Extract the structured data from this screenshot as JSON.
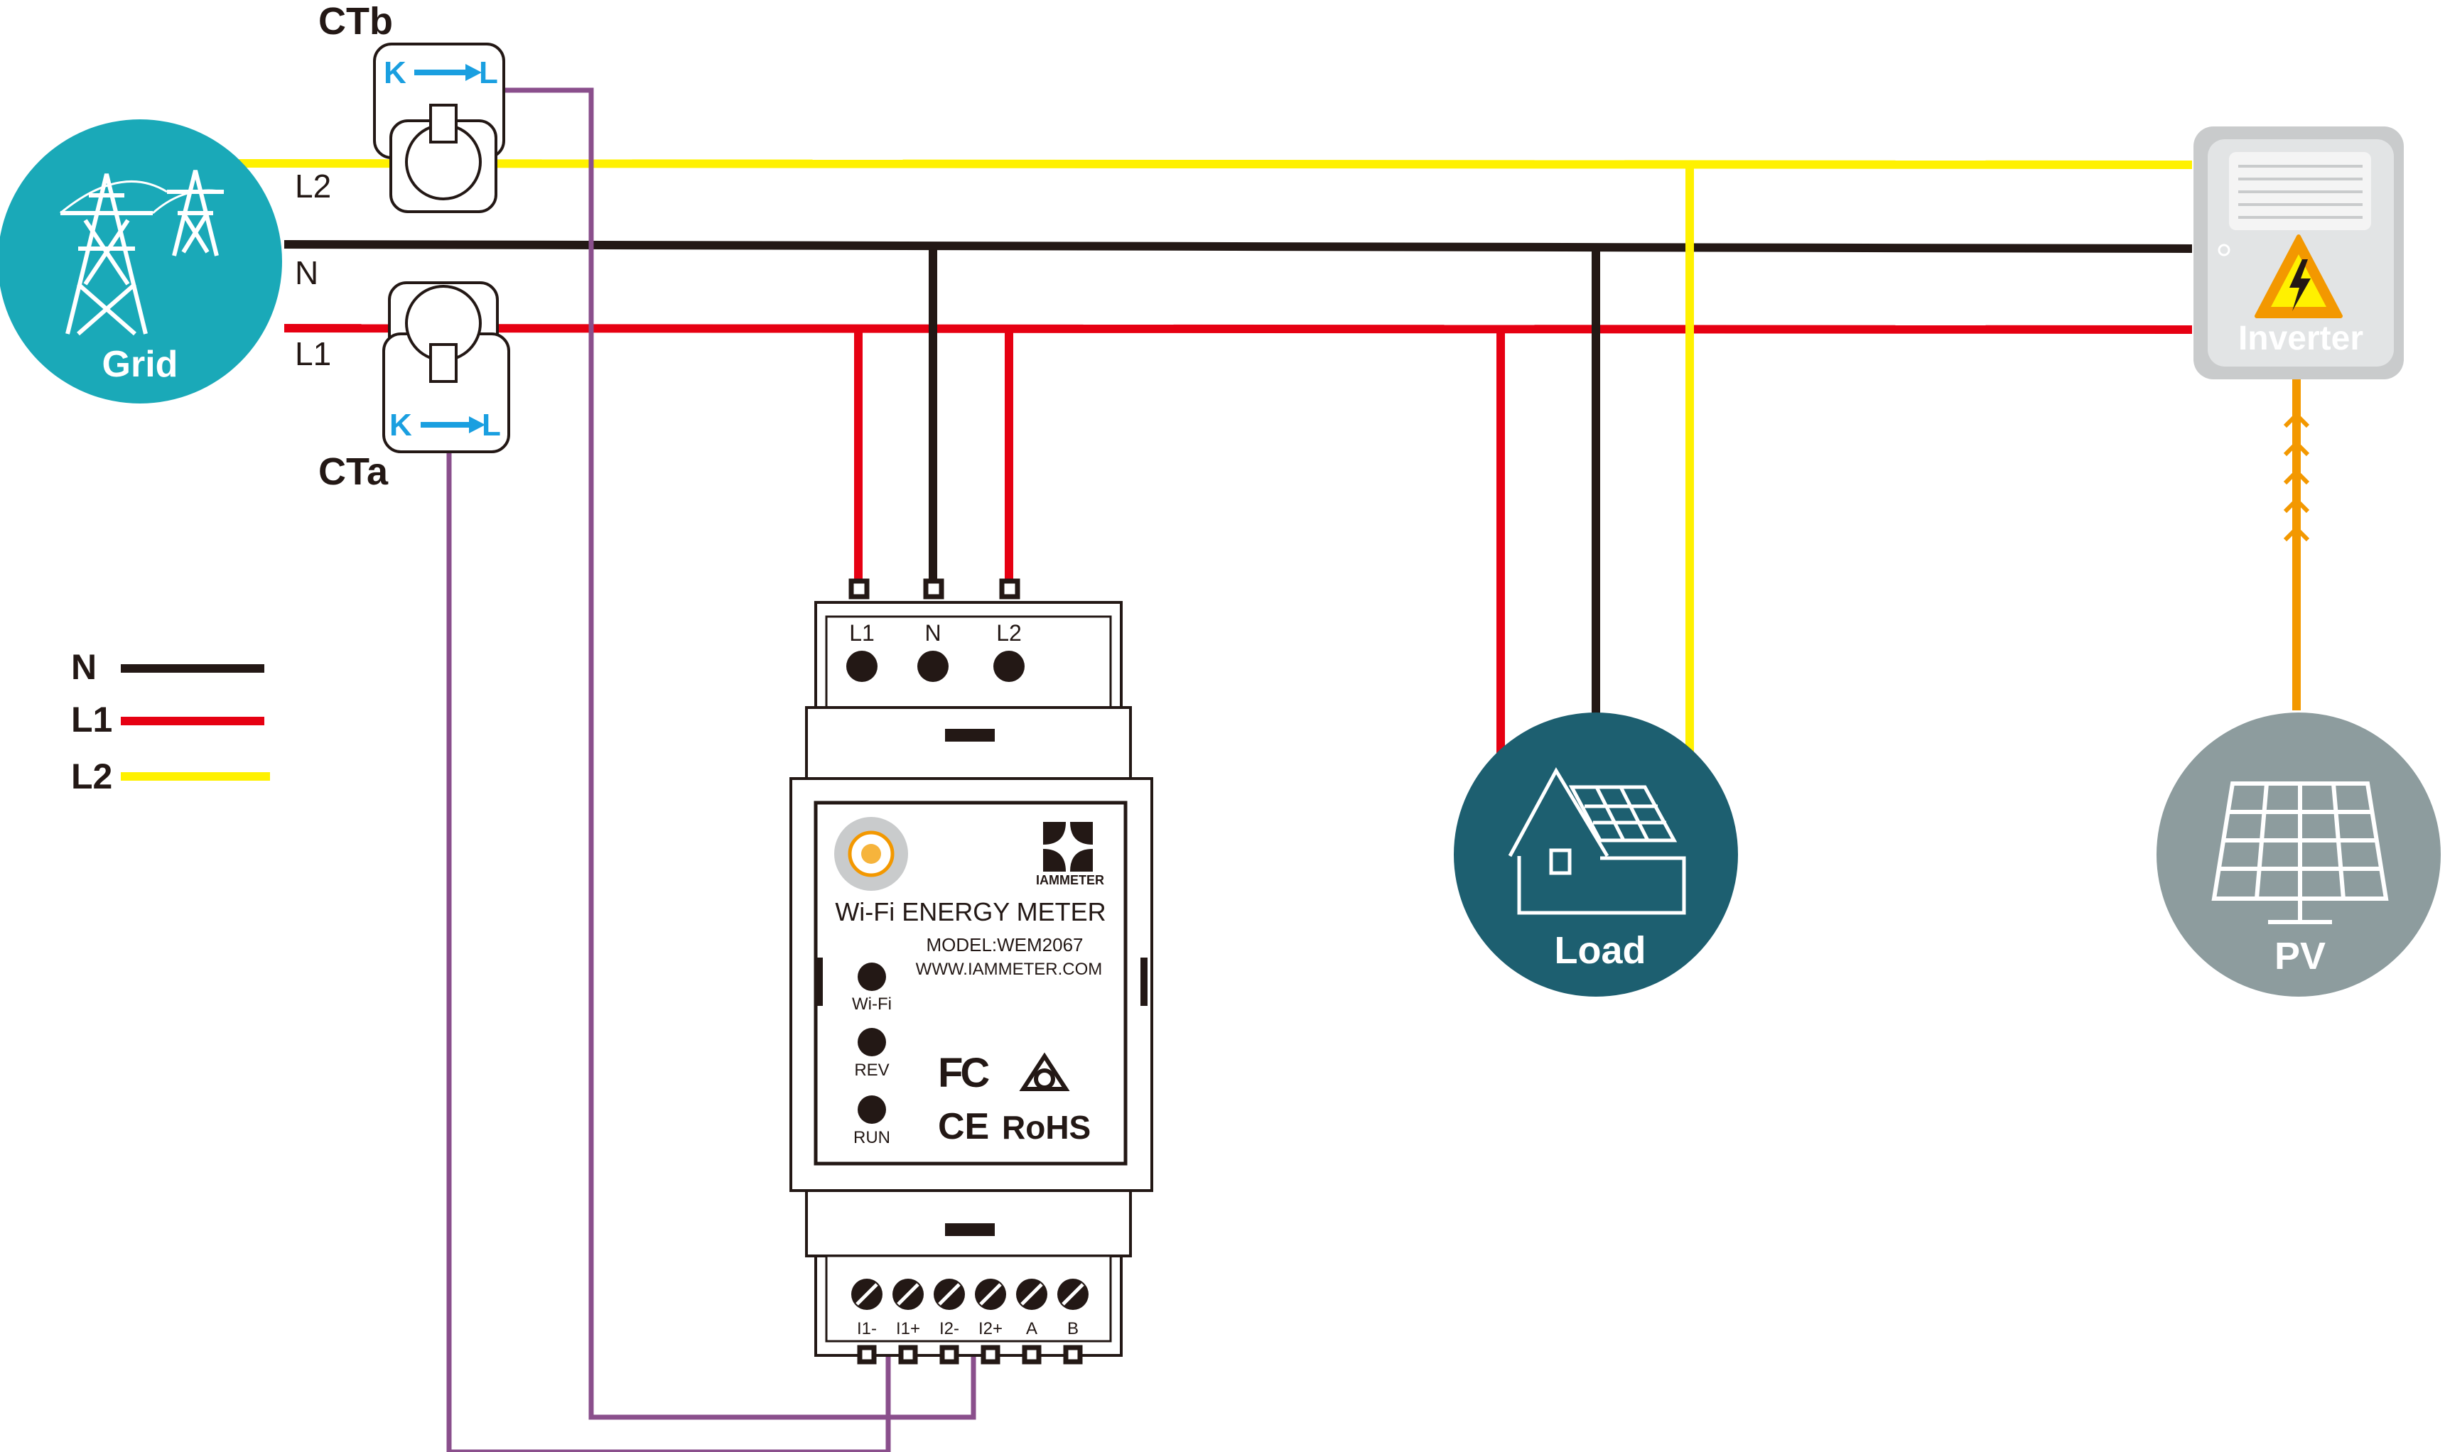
{
  "grid": {
    "label": "Grid"
  },
  "ct_b": {
    "title": "CTb",
    "k": "K",
    "l": "L"
  },
  "ct_a": {
    "title": "CTa",
    "k": "K",
    "l": "L"
  },
  "line_labels": {
    "l2": "L2",
    "n": "N",
    "l1": "L1"
  },
  "legend": [
    {
      "label": "N",
      "color": "#231815"
    },
    {
      "label": "L1",
      "color": "#e60012"
    },
    {
      "label": "L2",
      "color": "#fff100"
    }
  ],
  "meter": {
    "top_terminals": [
      "L1",
      "N",
      "L2"
    ],
    "brand": "IAMMETER",
    "title": "Wi-Fi ENERGY METER",
    "model": "MODEL:WEM2067",
    "website": "WWW.IAMMETER.COM",
    "leds": [
      "Wi-Fi",
      "REV",
      "RUN"
    ],
    "cert_fc": "FC",
    "cert_ce": "CE",
    "cert_rohs": "RoHS",
    "bottom_terminals": [
      "I1-",
      "I1+",
      "I2-",
      "I2+",
      "A",
      "B"
    ]
  },
  "inverter": {
    "label": "Inverter"
  },
  "load": {
    "label": "Load"
  },
  "pv": {
    "label": "PV"
  },
  "colors": {
    "neutral": "#231815",
    "l1": "#e60012",
    "l2": "#fff100",
    "ct_wire": "#8a4f8c",
    "dc_wire": "#f39800",
    "grid_fill": "#1aa9b8",
    "load_fill": "#1d5f70",
    "pv_fill": "#8d9c9e",
    "ct_arrow": "#1a9fe0"
  }
}
